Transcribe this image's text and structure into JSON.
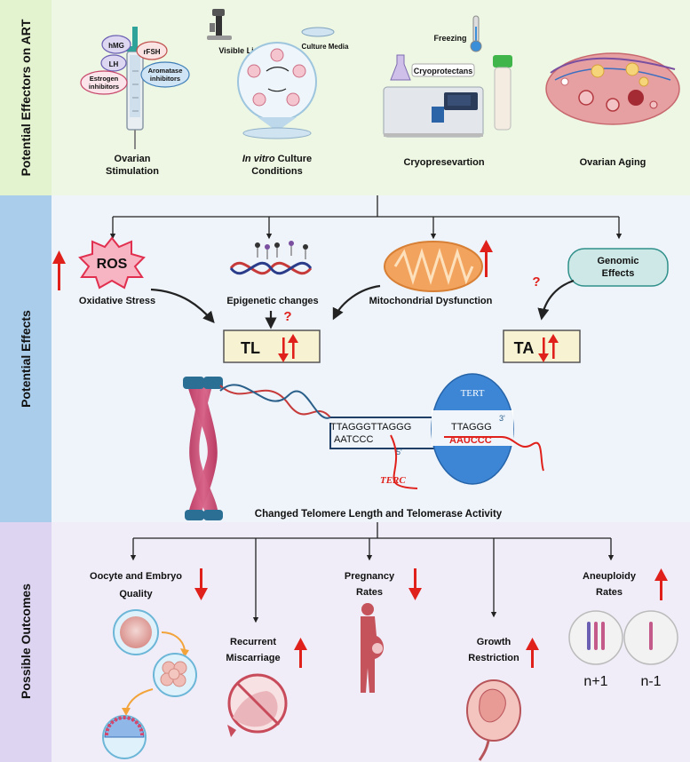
{
  "sections": {
    "effectors_title": "Potential Effectors on ART",
    "effects_title": "Potential Effects",
    "outcomes_title": "Possible Outcomes"
  },
  "effectors": {
    "ovarian_stimulation": {
      "line1": "Ovarian",
      "line2": "Stimulation"
    },
    "hormones": {
      "hmg": "hMG",
      "rfsh": "rFSH",
      "lh": "LH",
      "estrogen1": "Estrogen",
      "estrogen2": "inhibitors",
      "aromatase1": "Aromatase",
      "aromatase2": "inhibitors"
    },
    "culture": {
      "visible_light": "Visible Light",
      "culture_media": "Culture Media",
      "line1_italic": "In vitro",
      "line1_rest": " Culture",
      "line2": "Conditions"
    },
    "cryo": {
      "freezing": "Freezing",
      "cryoprotectants": "Cryoprotectans",
      "label": "Cryopresevartion"
    },
    "aging": {
      "label": "Ovarian Aging"
    }
  },
  "effects": {
    "ros": "ROS",
    "oxidative_stress": "Oxidative Stress",
    "epigenetic": "Epigenetic changes",
    "mitochondrial": "Mitochondrial Dysfunction",
    "genomic1": "Genomic",
    "genomic2": "Effects",
    "tl": "TL",
    "ta": "TA",
    "question": "?",
    "telomere": {
      "tert": "TERT",
      "seq_top_left": "TTAGGGTTAGGG",
      "seq_top_right": "TTAGGG",
      "seq_bottom_left": "AATCCC",
      "seq_bottom_right": "AAUCCC",
      "prime3": "3'",
      "prime5": "5'",
      "terc": "TERC"
    },
    "caption": "Changed Telomere Length  and Telomerase Activity"
  },
  "outcomes": {
    "oocyte1": "Oocyte and Embryo",
    "oocyte2": "Quality",
    "miscarriage1": "Recurrent",
    "miscarriage2": "Miscarriage",
    "pregnancy1": "Pregnancy",
    "pregnancy2": "Rates",
    "growth1": "Growth",
    "growth2": "Restriction",
    "aneuploidy1": "Aneuploidy",
    "aneuploidy2": "Rates",
    "n_plus": "n+1",
    "n_minus": "n-1"
  },
  "colors": {
    "effectors_bg": "#eef7e3",
    "effects_bg": "#eef4fa",
    "outcomes_bg": "#f0edf8",
    "effectors_side": "#e3f2cf",
    "effects_side": "#a9cdea",
    "outcomes_side": "#dcd4f0",
    "arrow_red": "#e0201b",
    "tl_box": "#f7f3d2"
  }
}
